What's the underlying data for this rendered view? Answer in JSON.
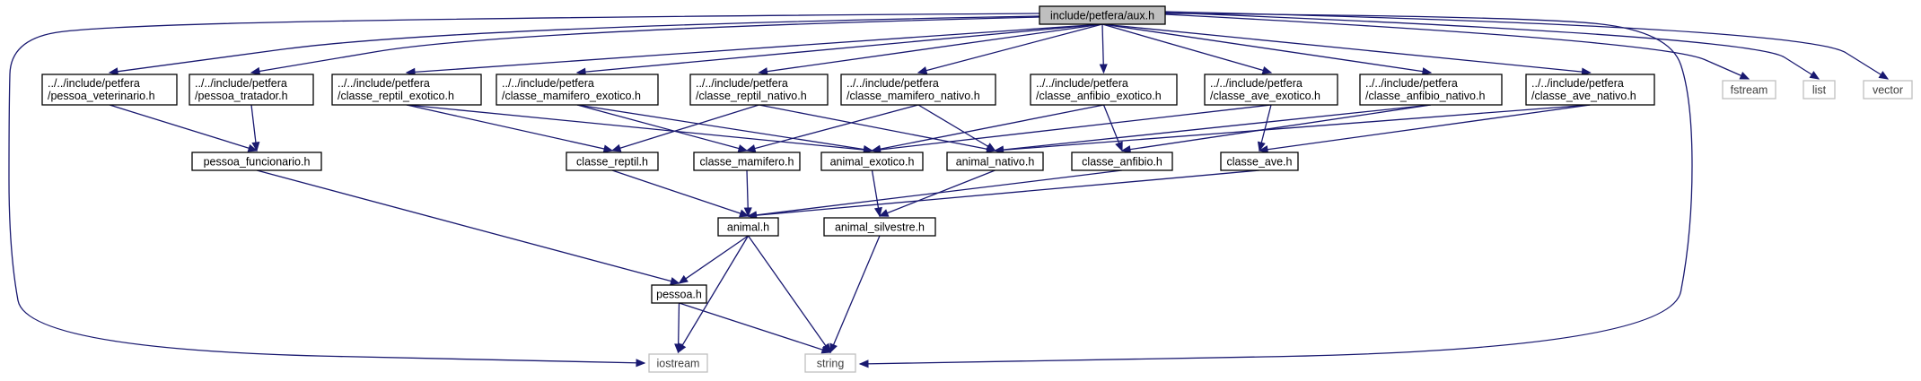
{
  "title": "include/petfera/aux.h",
  "colors": {
    "edge": "#191970",
    "node_border": "#000000",
    "system_border": "#bfbfbf",
    "root_fill": "#bfbfbf",
    "node_fill": "#ffffff"
  },
  "nodes": [
    {
      "id": "aux",
      "lines": [
        "include/petfera/aux.h"
      ],
      "kind": "root"
    },
    {
      "id": "pet_vet",
      "lines": [
        "../../include/petfera",
        "/pessoa_veterinario.h"
      ],
      "kind": "file"
    },
    {
      "id": "pet_trat",
      "lines": [
        "../../include/petfera",
        "/pessoa_tratador.h"
      ],
      "kind": "file"
    },
    {
      "id": "rep_exo",
      "lines": [
        "../../include/petfera",
        "/classe_reptil_exotico.h"
      ],
      "kind": "file"
    },
    {
      "id": "mam_exo",
      "lines": [
        "../../include/petfera",
        "/classe_mamifero_exotico.h"
      ],
      "kind": "file"
    },
    {
      "id": "rep_nat",
      "lines": [
        "../../include/petfera",
        "/classe_reptil_nativo.h"
      ],
      "kind": "file"
    },
    {
      "id": "mam_nat",
      "lines": [
        "../../include/petfera",
        "/classe_mamifero_nativo.h"
      ],
      "kind": "file"
    },
    {
      "id": "anf_exo",
      "lines": [
        "../../include/petfera",
        "/classe_anfibio_exotico.h"
      ],
      "kind": "file"
    },
    {
      "id": "ave_exo",
      "lines": [
        "../../include/petfera",
        "/classe_ave_exotico.h"
      ],
      "kind": "file"
    },
    {
      "id": "anf_nat",
      "lines": [
        "../../include/petfera",
        "/classe_anfibio_nativo.h"
      ],
      "kind": "file"
    },
    {
      "id": "ave_nat",
      "lines": [
        "../../include/petfera",
        "/classe_ave_nativo.h"
      ],
      "kind": "file"
    },
    {
      "id": "fstream",
      "lines": [
        "fstream"
      ],
      "kind": "system"
    },
    {
      "id": "list",
      "lines": [
        "list"
      ],
      "kind": "system"
    },
    {
      "id": "vector",
      "lines": [
        "vector"
      ],
      "kind": "system"
    },
    {
      "id": "pes_func",
      "lines": [
        "pessoa_funcionario.h"
      ],
      "kind": "file"
    },
    {
      "id": "cl_rep",
      "lines": [
        "classe_reptil.h"
      ],
      "kind": "file"
    },
    {
      "id": "cl_mam",
      "lines": [
        "classe_mamifero.h"
      ],
      "kind": "file"
    },
    {
      "id": "an_exo",
      "lines": [
        "animal_exotico.h"
      ],
      "kind": "file"
    },
    {
      "id": "an_nat",
      "lines": [
        "animal_nativo.h"
      ],
      "kind": "file"
    },
    {
      "id": "cl_anf",
      "lines": [
        "classe_anfibio.h"
      ],
      "kind": "file"
    },
    {
      "id": "cl_ave",
      "lines": [
        "classe_ave.h"
      ],
      "kind": "file"
    },
    {
      "id": "animal",
      "lines": [
        "animal.h"
      ],
      "kind": "file"
    },
    {
      "id": "an_silv",
      "lines": [
        "animal_silvestre.h"
      ],
      "kind": "file"
    },
    {
      "id": "pessoa",
      "lines": [
        "pessoa.h"
      ],
      "kind": "file"
    },
    {
      "id": "iostream",
      "lines": [
        "iostream"
      ],
      "kind": "system"
    },
    {
      "id": "string",
      "lines": [
        "string"
      ],
      "kind": "system"
    }
  ],
  "edges": [
    [
      "aux",
      "pet_vet"
    ],
    [
      "aux",
      "pet_trat"
    ],
    [
      "aux",
      "rep_exo"
    ],
    [
      "aux",
      "mam_exo"
    ],
    [
      "aux",
      "rep_nat"
    ],
    [
      "aux",
      "mam_nat"
    ],
    [
      "aux",
      "anf_exo"
    ],
    [
      "aux",
      "ave_exo"
    ],
    [
      "aux",
      "anf_nat"
    ],
    [
      "aux",
      "ave_nat"
    ],
    [
      "aux",
      "fstream"
    ],
    [
      "aux",
      "list"
    ],
    [
      "aux",
      "vector"
    ],
    [
      "aux",
      "iostream"
    ],
    [
      "aux",
      "string"
    ],
    [
      "pet_vet",
      "pes_func"
    ],
    [
      "pet_trat",
      "pes_func"
    ],
    [
      "rep_exo",
      "cl_rep"
    ],
    [
      "rep_exo",
      "an_exo"
    ],
    [
      "mam_exo",
      "cl_mam"
    ],
    [
      "mam_exo",
      "an_exo"
    ],
    [
      "rep_nat",
      "cl_rep"
    ],
    [
      "rep_nat",
      "an_nat"
    ],
    [
      "mam_nat",
      "cl_mam"
    ],
    [
      "mam_nat",
      "an_nat"
    ],
    [
      "anf_exo",
      "an_exo"
    ],
    [
      "anf_exo",
      "cl_anf"
    ],
    [
      "ave_exo",
      "an_exo"
    ],
    [
      "ave_exo",
      "cl_ave"
    ],
    [
      "anf_nat",
      "an_nat"
    ],
    [
      "anf_nat",
      "cl_anf"
    ],
    [
      "ave_nat",
      "an_nat"
    ],
    [
      "ave_nat",
      "cl_ave"
    ],
    [
      "pes_func",
      "pessoa"
    ],
    [
      "cl_rep",
      "animal"
    ],
    [
      "cl_mam",
      "animal"
    ],
    [
      "cl_anf",
      "animal"
    ],
    [
      "cl_ave",
      "animal"
    ],
    [
      "an_exo",
      "an_silv"
    ],
    [
      "an_nat",
      "an_silv"
    ],
    [
      "animal",
      "pessoa"
    ],
    [
      "animal",
      "iostream"
    ],
    [
      "animal",
      "string"
    ],
    [
      "an_silv",
      "string"
    ],
    [
      "pessoa",
      "iostream"
    ],
    [
      "pessoa",
      "string"
    ]
  ]
}
